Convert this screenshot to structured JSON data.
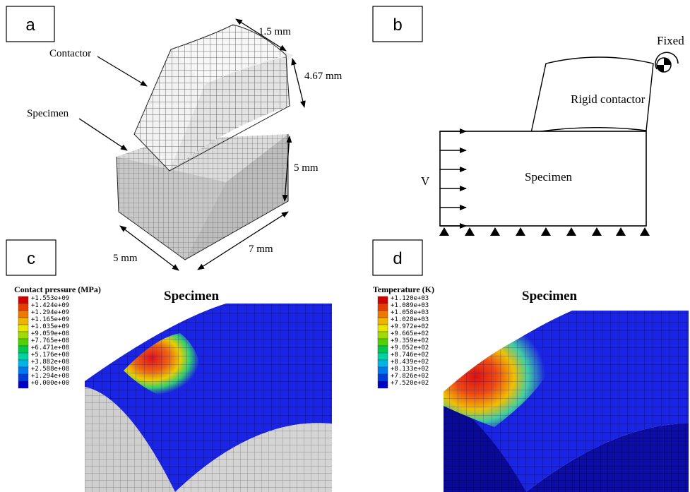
{
  "panels": {
    "a": {
      "label": "a",
      "contactor": "Contactor",
      "specimen": "Specimen",
      "dim_width_top": "1.5 mm",
      "dim_height_contactor": "4.67 mm",
      "dim_height_specimen": "5 mm",
      "dim_depth": "5 mm",
      "dim_length": "7 mm"
    },
    "b": {
      "label": "b",
      "fixed": "Fixed",
      "rigid_contactor": "Rigid contactor",
      "specimen": "Specimen",
      "velocity": "V"
    },
    "c": {
      "label": "c",
      "title": "Specimen",
      "legend_title": "Contact pressure (MPa)",
      "legend_values": [
        "+1.553e+09",
        "+1.424e+09",
        "+1.294e+09",
        "+1.165e+09",
        "+1.035e+09",
        "+9.059e+08",
        "+7.765e+08",
        "+6.471e+08",
        "+5.176e+08",
        "+3.882e+08",
        "+2.588e+08",
        "+1.294e+08",
        "+0.000e+00"
      ]
    },
    "d": {
      "label": "d",
      "title": "Specimen",
      "legend_title": "Temperature (K)",
      "legend_values": [
        "+1.120e+03",
        "+1.089e+03",
        "+1.058e+03",
        "+1.028e+03",
        "+9.972e+02",
        "+9.665e+02",
        "+9.359e+02",
        "+9.052e+02",
        "+8.746e+02",
        "+8.439e+02",
        "+8.133e+02",
        "+7.826e+02",
        "+7.520e+02"
      ]
    }
  },
  "colors": {
    "legend_scale": [
      "#d00000",
      "#e63c00",
      "#f07800",
      "#f0b400",
      "#e6e600",
      "#a0dc00",
      "#50d200",
      "#00c850",
      "#00d2a0",
      "#00b4e6",
      "#0078f0",
      "#003cdc",
      "#0000c8"
    ],
    "mesh_blue": "#1a24e6",
    "mesh_gray": "#cfcfcf"
  }
}
